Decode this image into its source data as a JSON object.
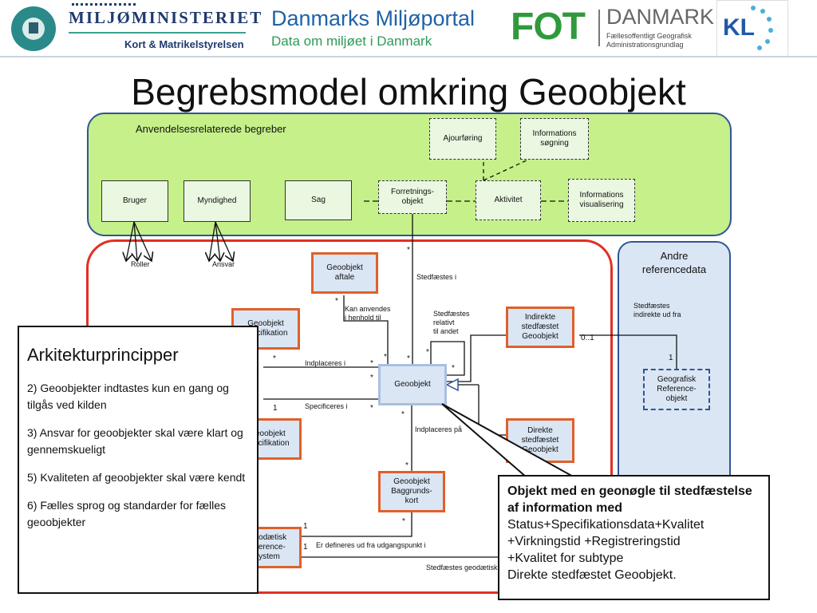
{
  "header": {
    "ministry_name": "MILJØMINISTERIET",
    "ministry_sub": "Kort & Matrikelstyrelsen",
    "portal_name": "Danmarks Miljøportal",
    "portal_sub": "Data om miljøet i Danmark",
    "fot_mark": "FOT",
    "fot_name": "DANMARK",
    "fot_sub1": "Fællesoffentligt Geografisk",
    "fot_sub2": "Administrationsgrundlag",
    "kl_mark": "KL",
    "colors": {
      "ministry": "#1f3a6e",
      "portal": "#1f62a8",
      "fot_green": "#2f9a3b",
      "kl": "#1f5aa6"
    }
  },
  "title": "Begrebsmodel omkring Geoobjekt",
  "diagram": {
    "green_region": {
      "title": "Anvendelsesrelaterede begreber",
      "boxes": {
        "bruger": "Bruger",
        "myndighed": "Myndighed",
        "sag": "Sag",
        "forretningsobjekt": "Forretnings-\nobjekt",
        "aktivitet": "Aktivitet",
        "ajourforing": "Ajourføring",
        "informations_sogning": "Informations\nsøgning",
        "informations_visualisering": "Informations\nvisualisering"
      },
      "roller_label": "Roller",
      "ansvar_label": "Ansvar",
      "colors": {
        "fill": "#c5f08a",
        "border": "#2f5597"
      }
    },
    "andre_region": {
      "title": "Andre\nreferencedata",
      "stedfaestes_label": "Stedfæstes\nindirekte ud fra",
      "mult_1": "1",
      "geografisk": "Geografisk\nReference-\nobjekt",
      "colors": {
        "fill": "#dbe6f4",
        "border": "#2f5597"
      }
    },
    "red_region": {
      "colors": {
        "border": "#e03024"
      },
      "boxes": {
        "geoobjekt_aftale": "Geoobjekt\naftale",
        "geoobjekt_spec": "Geoobjekt\nspecifikation",
        "geoobjekt": "Geoobjekt",
        "indirekte": "Indirekte\nstedfæstet\nGeoobjekt",
        "direkte": "Direkte\nstedfæstet\nGeoobjekt",
        "baggrundskort": "Geoobjekt\nBaggrunds-\nkort",
        "geodaetisk": "Geodætisk\nreference-\nsystem",
        "spec2": "Geoobjekt\nspecifikation"
      },
      "labels": {
        "stedfaestes_i": "Stedfæstes i",
        "kan_anvendes": "Kan anvendes\ni henhold til",
        "stedfaestes_relativt": "Stedfæstes\nrelativt\ntil  andet",
        "indplaceres_i": "Indplaceres i",
        "specificeres_i": "Specificeres i",
        "indplaceres_pa": "Indplaceres på",
        "er_defineres": "Er defineres ud fra udgangspunkt i",
        "stedfaestes_geodaetisk": "Stedfæstes geodætisk"
      },
      "multiplicities": {
        "star": "*",
        "one": "1",
        "zero_one": "0..1"
      }
    }
  },
  "principles": {
    "title": "Arkitekturprincipper",
    "items": [
      "2) Geoobjekter indtastes kun en gang og tilgås ved kilden",
      "3) Ansvar for geoobjekter skal være klart og gennemskueligt",
      "5) Kvaliteten af geoobjekter skal være kendt",
      "6) Fælles sprog og standarder for fælles geoobjekter"
    ]
  },
  "callout": {
    "bold": "Objekt med en geonøgle til stedfæstelse af information med",
    "lines": [
      "Status+Specifikationsdata+Kvalitet",
      "+Virkningstid +Registreringstid",
      "+Kvalitet for subtype",
      "Direkte stedfæstet Geoobjekt."
    ]
  }
}
